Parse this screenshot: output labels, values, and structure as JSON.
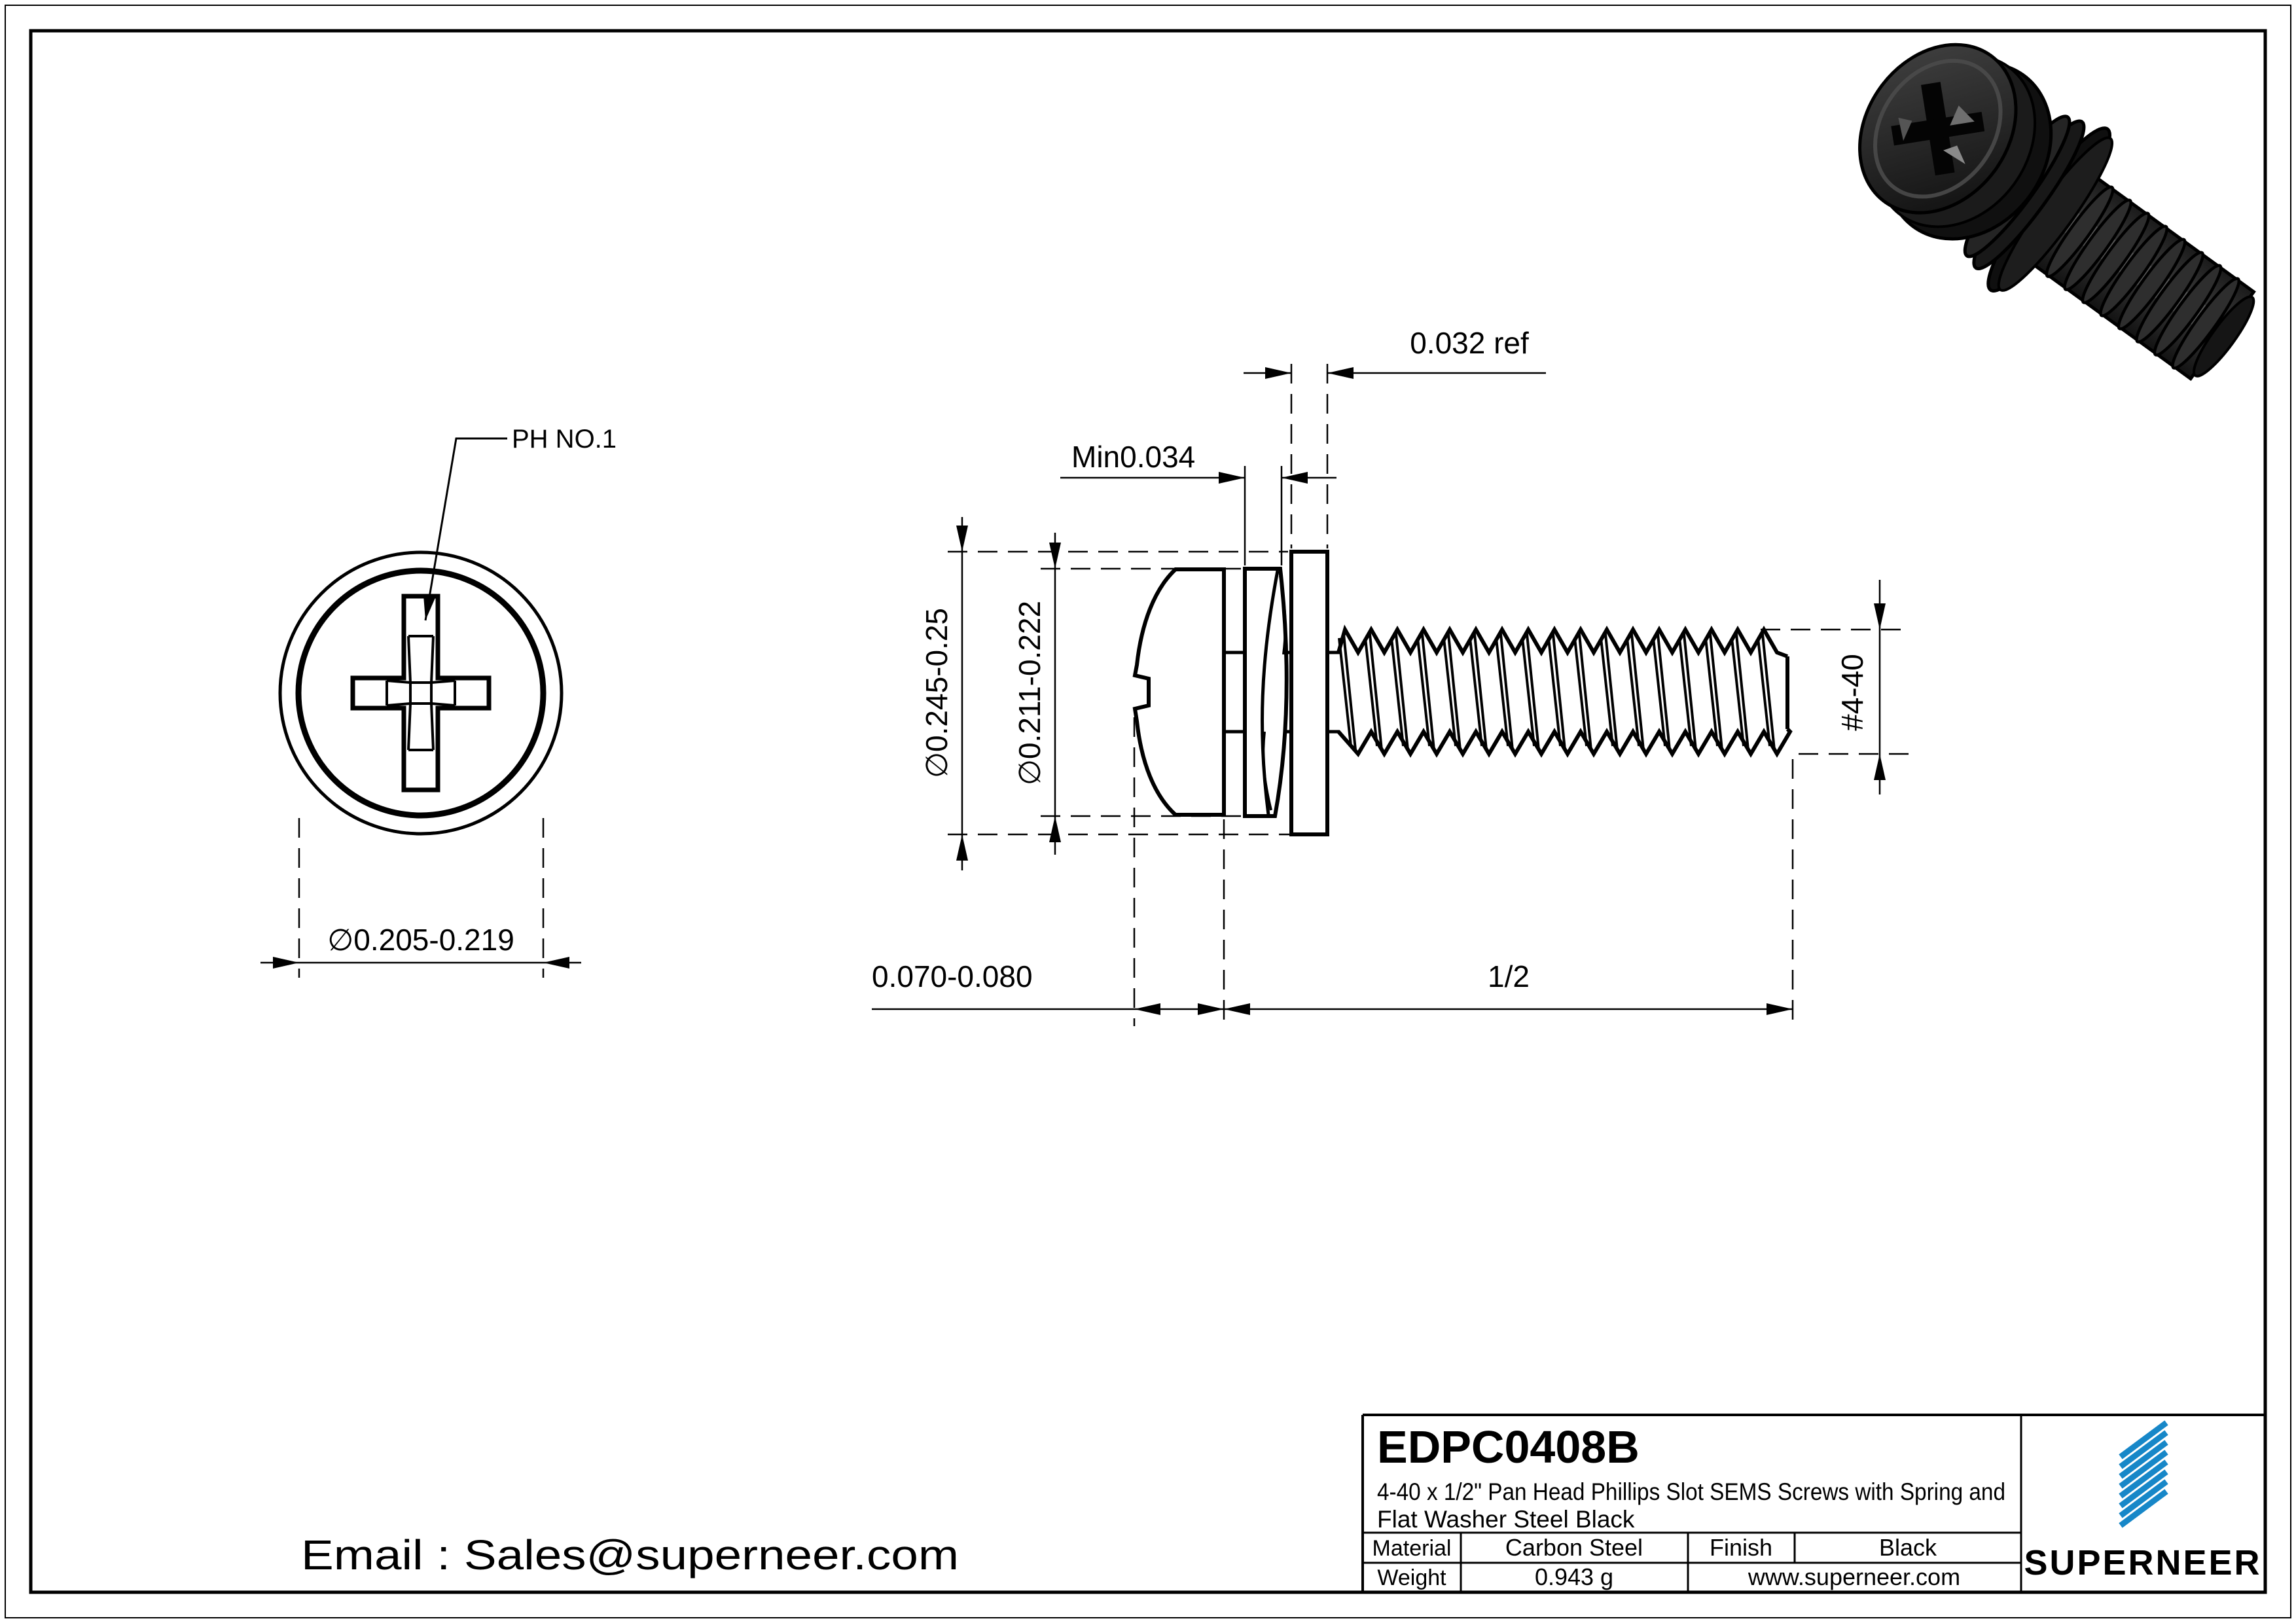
{
  "sheet": {
    "kind": "engineering-drawing"
  },
  "colors": {
    "brand_blue": "#1787C8",
    "link_blue": "#1E8FD5",
    "line_black": "#000000",
    "paper_white": "#FFFFFF"
  },
  "front_view": {
    "drive_label": "PH NO.1",
    "head_diameter_dim": "∅0.205-0.219"
  },
  "side_view": {
    "flat_washer_thickness_dim": "0.032 ref",
    "spring_washer_thickness_dim": "Min0.034",
    "flat_washer_od_dim": "∅0.245-0.25",
    "spring_washer_od_dim": "∅0.211-0.222",
    "thread_size_dim": "#4-40",
    "head_height_dim": "0.070-0.080",
    "thread_length_dim": "1/2"
  },
  "title_block": {
    "part_number": "EDPC0408B",
    "description_line1": "4-40 x 1/2\" Pan Head Phillips Slot SEMS Screws with Spring and",
    "description_line2": "Flat Washer Steel Black",
    "material_label": "Material",
    "material_value": "Carbon Steel",
    "finish_label": "Finish",
    "finish_value": "Black",
    "weight_label": "Weight",
    "weight_value": "0.943 g",
    "website": "www.superneer.com",
    "brand": "SUPERNEER"
  },
  "footer": {
    "email": "Email : Sales@superneer.com"
  },
  "product_image": {
    "name": "black-sems-screw-3d-render"
  }
}
